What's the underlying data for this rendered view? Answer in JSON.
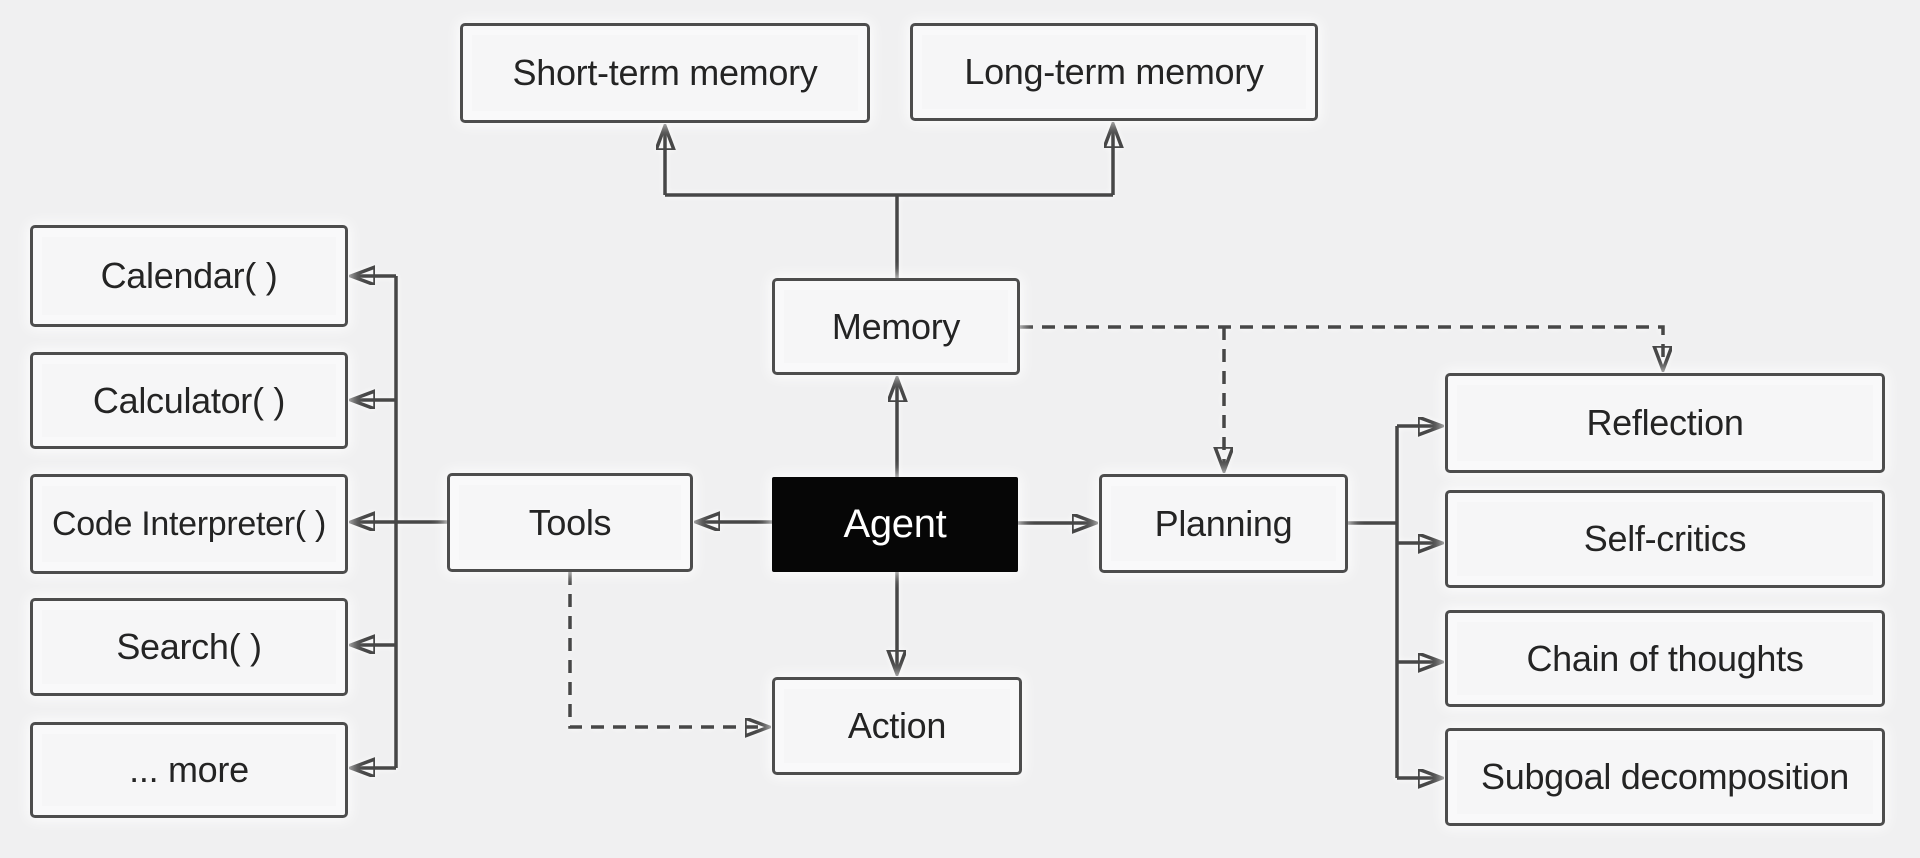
{
  "nodes": {
    "short_term_memory": {
      "label": "Short-term memory"
    },
    "long_term_memory": {
      "label": "Long-term memory"
    },
    "memory": {
      "label": "Memory"
    },
    "agent": {
      "label": "Agent"
    },
    "tools": {
      "label": "Tools"
    },
    "planning": {
      "label": "Planning"
    },
    "action": {
      "label": "Action"
    },
    "calendar": {
      "label": "Calendar( )"
    },
    "calculator": {
      "label": "Calculator( )"
    },
    "code_interpreter": {
      "label": "Code Interpreter( )"
    },
    "search": {
      "label": "Search( )"
    },
    "more": {
      "label": "... more"
    },
    "reflection": {
      "label": "Reflection"
    },
    "self_critics": {
      "label": "Self-critics"
    },
    "chain_of_thoughts": {
      "label": "Chain of thoughts"
    },
    "subgoal_decomposition": {
      "label": "Subgoal decomposition"
    }
  },
  "edges": {
    "solid": [
      "memory-to-branch-stem",
      "branch-to-short-term-memory",
      "branch-to-long-term-memory",
      "agent-to-memory",
      "agent-to-action",
      "agent-to-tools",
      "agent-to-planning",
      "tools-to-code-interpreter",
      "tools-bus-to-calendar",
      "tools-bus-to-calculator",
      "tools-bus-to-search",
      "tools-bus-to-more",
      "planning-bus-to-reflection",
      "planning-bus-to-self-critics",
      "planning-bus-to-chain-of-thoughts",
      "planning-bus-to-subgoal-decomposition"
    ],
    "dashed": [
      "memory-to-reflection",
      "memory-to-planning",
      "tools-to-action"
    ]
  },
  "colors": {
    "background": "#f0f0f1",
    "box_fill": "#f6f6f7",
    "box_border": "#4d4d4d",
    "line": "#474747",
    "text": "#242424",
    "agent_fill": "#060606",
    "agent_text": "#ffffff"
  }
}
